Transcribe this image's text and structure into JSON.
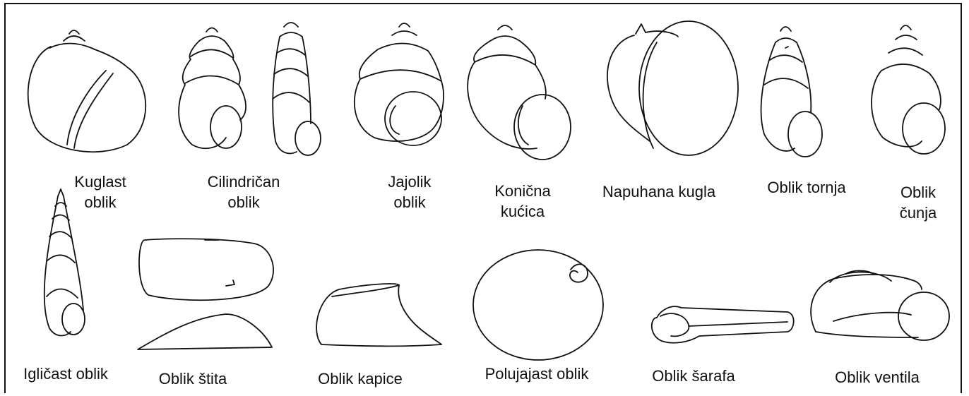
{
  "labels": {
    "kuglast": "Kuglast\noblik",
    "cilindrican": "Cilindričan\noblik",
    "jajolik": "Jajolik\noblik",
    "konicna": "Konična\nkućica",
    "napuhana": "Napuhana kugla",
    "tornja": "Oblik tornja",
    "cunja": "Oblik\nčunja",
    "iglicast": "Igličast oblik",
    "stita": "Oblik štita",
    "kapice": "Oblik kapice",
    "polujajast": "Polujajast oblik",
    "sarafa": "Oblik šarafa",
    "ventila": "Oblik ventila"
  }
}
